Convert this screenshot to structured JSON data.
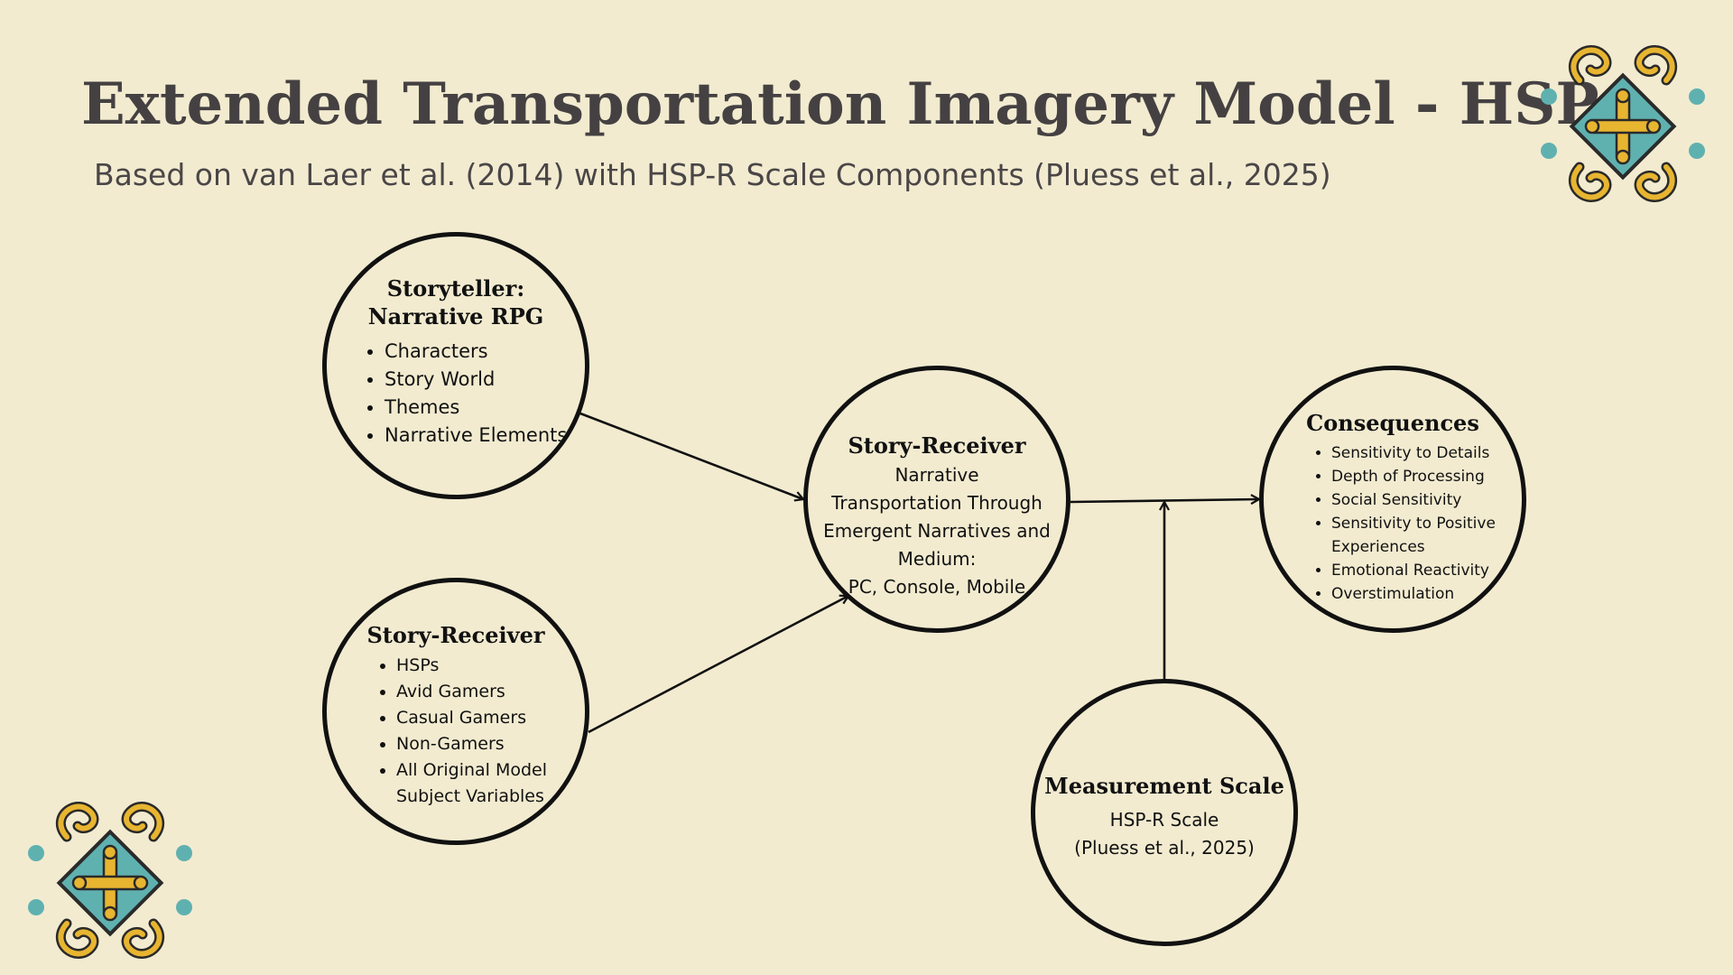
{
  "title": "Extended Transportation Imagery Model - HSP",
  "subtitle": "Based on van Laer et al. (2014) with HSP-R Scale Components (Pluess et al., 2025)",
  "colors": {
    "background": "#f2ebd0",
    "text": "#454142",
    "stroke": "#111111",
    "ornament_gold": "#e8b531",
    "ornament_teal": "#5fb1b0"
  },
  "nodes": {
    "storyteller": {
      "heading_line1": "Storyteller:",
      "heading_line2": "Narrative RPG",
      "items": [
        "Characters",
        "Story World",
        "Themes",
        "Narrative Elements"
      ]
    },
    "receiver_subjects": {
      "heading": "Story-Receiver",
      "items": [
        "HSPs",
        "Avid Gamers",
        "Casual Gamers",
        "Non-Gamers",
        "All  Original Model",
        "Subject Variables"
      ]
    },
    "receiver_center": {
      "heading": "Story-Receiver",
      "lines": [
        "Narrative",
        "Transportation Through",
        "Emergent Narratives and",
        "Medium:",
        "PC, Console, Mobile"
      ]
    },
    "consequences": {
      "heading": "Consequences",
      "items": [
        "Sensitivity to Details",
        "Depth of Processing",
        "Social Sensitivity",
        "Sensitivity to Positive",
        "Experiences",
        "Emotional Reactivity",
        "Overstimulation"
      ]
    },
    "measurement": {
      "heading": "Measurement Scale",
      "lines": [
        "HSP-R Scale",
        "(Pluess  et al., 2025)"
      ]
    }
  },
  "icons": {
    "top_right": "ornament-cross-icon",
    "bottom_left": "ornament-cross-icon"
  }
}
